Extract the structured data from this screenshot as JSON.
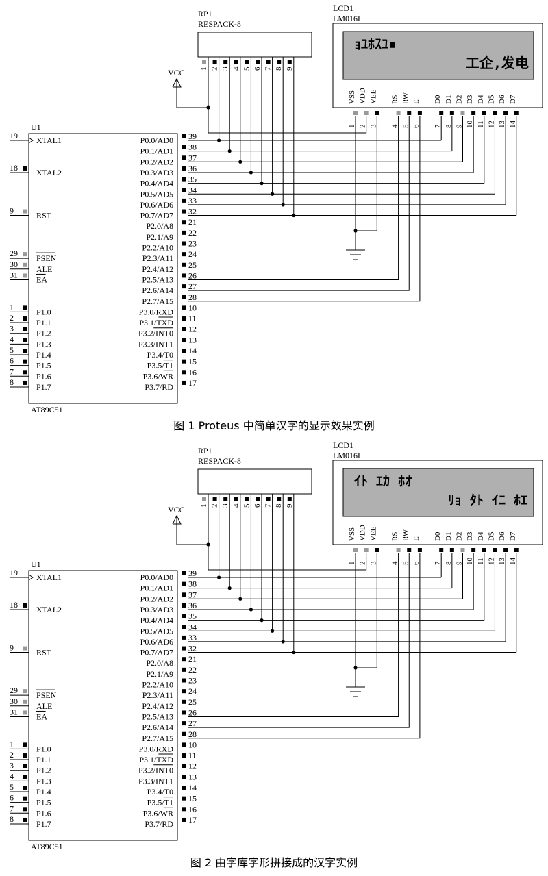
{
  "figures": [
    {
      "caption": "图 1   Proteus 中简单汉字的显示效果实例",
      "lcd_line1": "ｮﾕﾎｽﾕ▪",
      "lcd_line2": "工企,发电"
    },
    {
      "caption": "图 2   由字库字形拼接成的汉字实例",
      "lcd_line1": "ｲﾄ  ｴｶ  ﾎｵ",
      "lcd_line2": "ﾘｮ  ﾀﾄ  ｲﾆ  ﾎｴ"
    }
  ],
  "mcu": {
    "ref": "U1",
    "part": "AT89C51",
    "left_pins": [
      {
        "num": "19",
        "label": "XTAL1",
        "row": 0,
        "clock": true,
        "overline": false
      },
      {
        "num": "18",
        "label": "XTAL2",
        "row": 3,
        "clock": false,
        "overline": false
      },
      {
        "num": "9",
        "label": "RST",
        "row": 7,
        "clock": false,
        "overline": false
      },
      {
        "num": "29",
        "label": "PSEN",
        "row": 11,
        "clock": false,
        "overline": true
      },
      {
        "num": "30",
        "label": "ALE",
        "row": 12,
        "clock": false,
        "overline": false
      },
      {
        "num": "31",
        "label": "EA",
        "row": 13,
        "clock": false,
        "overline": true
      },
      {
        "num": "1",
        "label": "P1.0",
        "row": 16,
        "clock": false,
        "overline": false
      },
      {
        "num": "2",
        "label": "P1.1",
        "row": 17,
        "clock": false,
        "overline": false
      },
      {
        "num": "3",
        "label": "P1.2",
        "row": 18,
        "clock": false,
        "overline": false
      },
      {
        "num": "4",
        "label": "P1.3",
        "row": 19,
        "clock": false,
        "overline": false
      },
      {
        "num": "5",
        "label": "P1.4",
        "row": 20,
        "clock": false,
        "overline": false
      },
      {
        "num": "6",
        "label": "P1.5",
        "row": 21,
        "clock": false,
        "overline": false
      },
      {
        "num": "7",
        "label": "P1.6",
        "row": 22,
        "clock": false,
        "overline": false
      },
      {
        "num": "8",
        "label": "P1.7",
        "row": 23,
        "clock": false,
        "overline": false
      }
    ],
    "right_pins": [
      {
        "num": "39",
        "label": "P0.0/AD0",
        "row": 0
      },
      {
        "num": "38",
        "label": "P0.1/AD1",
        "row": 1
      },
      {
        "num": "37",
        "label": "P0.2/AD2",
        "row": 2
      },
      {
        "num": "36",
        "label": "P0.3/AD3",
        "row": 3
      },
      {
        "num": "35",
        "label": "P0.4/AD4",
        "row": 4
      },
      {
        "num": "34",
        "label": "P0.5/AD5",
        "row": 5
      },
      {
        "num": "33",
        "label": "P0.6/AD6",
        "row": 6
      },
      {
        "num": "32",
        "label": "P0.7/AD7",
        "row": 7
      },
      {
        "num": "21",
        "label": "P2.0/A8",
        "row": 8
      },
      {
        "num": "22",
        "label": "P2.1/A9",
        "row": 9
      },
      {
        "num": "23",
        "label": "P2.2/A10",
        "row": 10
      },
      {
        "num": "24",
        "label": "P2.3/A11",
        "row": 11
      },
      {
        "num": "25",
        "label": "P2.4/A12",
        "row": 12
      },
      {
        "num": "26",
        "label": "P2.5/A13",
        "row": 13
      },
      {
        "num": "27",
        "label": "P2.6/A14",
        "row": 14
      },
      {
        "num": "28",
        "label": "P2.7/A15",
        "row": 15
      },
      {
        "num": "10",
        "label": "P3.0/RXD",
        "row": 16,
        "over": ""
      },
      {
        "num": "11",
        "label": "P3.1/",
        "row": 17,
        "over": "TXD"
      },
      {
        "num": "12",
        "label": "P3.2/",
        "row": 18,
        "over": "INT0"
      },
      {
        "num": "13",
        "label": "P3.3/INT1",
        "row": 19,
        "over": ""
      },
      {
        "num": "14",
        "label": "P3.4/T0",
        "row": 20,
        "over": ""
      },
      {
        "num": "15",
        "label": "P3.5/",
        "row": 21,
        "over": "T1"
      },
      {
        "num": "16",
        "label": "P3.6/",
        "row": 22,
        "over": "WR"
      },
      {
        "num": "17",
        "label": "P3.7/RD",
        "row": 23,
        "over": ""
      }
    ]
  },
  "respack": {
    "ref": "RP1",
    "part": "RESPACK-8",
    "pins": [
      "1",
      "2",
      "3",
      "4",
      "5",
      "6",
      "7",
      "8",
      "9"
    ]
  },
  "lcd": {
    "ref": "LCD1",
    "part": "LM016L",
    "pins": [
      {
        "name": "VSS",
        "num": "1",
        "col": 0
      },
      {
        "name": "VDD",
        "num": "2",
        "col": 1
      },
      {
        "name": "VEE",
        "num": "3",
        "col": 2
      },
      {
        "name": "RS",
        "num": "4",
        "col": 4
      },
      {
        "name": "RW",
        "num": "5",
        "col": 5
      },
      {
        "name": "E",
        "num": "6",
        "col": 6
      },
      {
        "name": "D0",
        "num": "7",
        "col": 8
      },
      {
        "name": "D1",
        "num": "8",
        "col": 9
      },
      {
        "name": "D2",
        "num": "9",
        "col": 10
      },
      {
        "name": "D3",
        "num": "10",
        "col": 11
      },
      {
        "name": "D4",
        "num": "11",
        "col": 12
      },
      {
        "name": "D5",
        "num": "12",
        "col": 13
      },
      {
        "name": "D6",
        "num": "13",
        "col": 14
      },
      {
        "name": "D7",
        "num": "14",
        "col": 15
      }
    ]
  },
  "power": {
    "vcc_label": "VCC"
  },
  "colors": {
    "line": "#000000",
    "lcd_screen": "#b0b0b0",
    "pin_square": "#000000",
    "pin_square_dim": "#999999"
  }
}
